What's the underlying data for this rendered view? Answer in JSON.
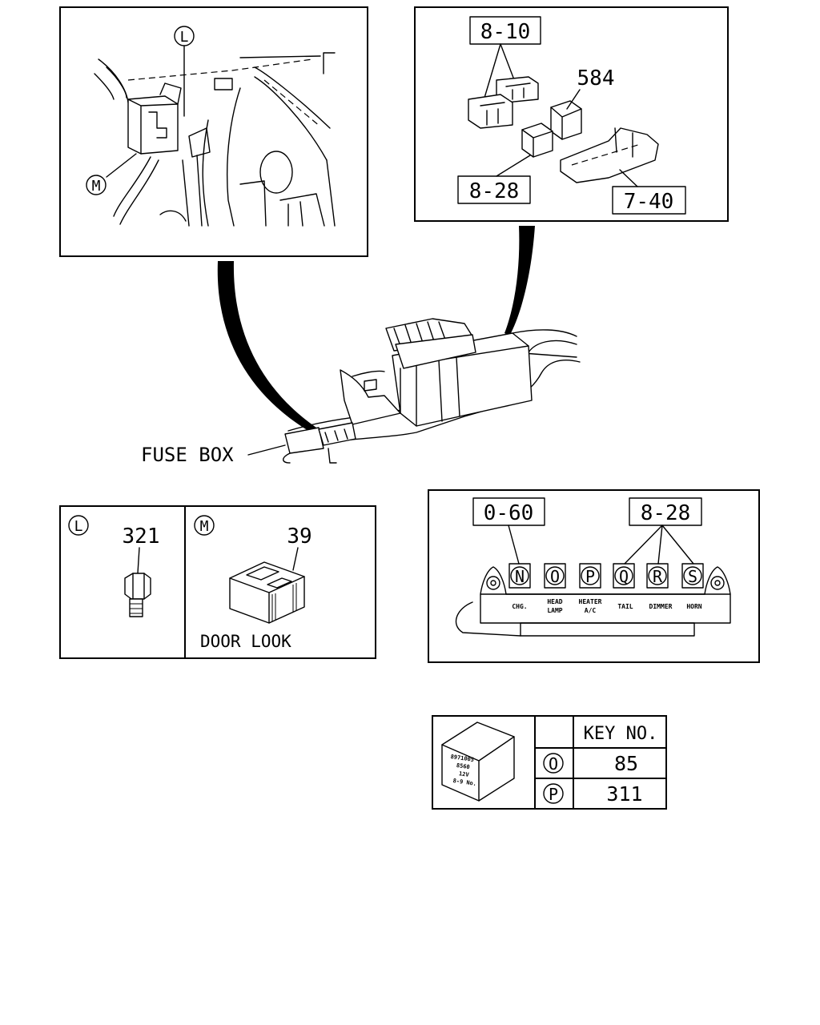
{
  "top_left_panel": {
    "callouts": [
      "L",
      "M"
    ]
  },
  "top_right_panel": {
    "refs": [
      "8-10",
      "584",
      "8-28",
      "7-40"
    ]
  },
  "main": {
    "fuse_box_label": "FUSE BOX"
  },
  "panel_l": {
    "letter": "L",
    "part_no": "321"
  },
  "panel_m": {
    "letter": "M",
    "part_no": "39",
    "caption": "DOOR LOOK"
  },
  "relay_block": {
    "ref_left": "0-60",
    "ref_right": "8-28",
    "sockets": [
      {
        "letter": "N",
        "label1": "CHG.",
        "label2": ""
      },
      {
        "letter": "O",
        "label1": "HEAD",
        "label2": "LAMP"
      },
      {
        "letter": "P",
        "label1": "HEATER",
        "label2": "A/C"
      },
      {
        "letter": "Q",
        "label1": "TAIL",
        "label2": ""
      },
      {
        "letter": "R",
        "label1": "DIMMER",
        "label2": ""
      },
      {
        "letter": "S",
        "label1": "HORN",
        "label2": ""
      }
    ]
  },
  "key_table": {
    "header": "KEY NO.",
    "rows": [
      {
        "key": "O",
        "no": "85"
      },
      {
        "key": "P",
        "no": "311"
      }
    ],
    "relay_marking": [
      "8971005",
      "8560",
      "12V",
      "8-9 No."
    ]
  }
}
